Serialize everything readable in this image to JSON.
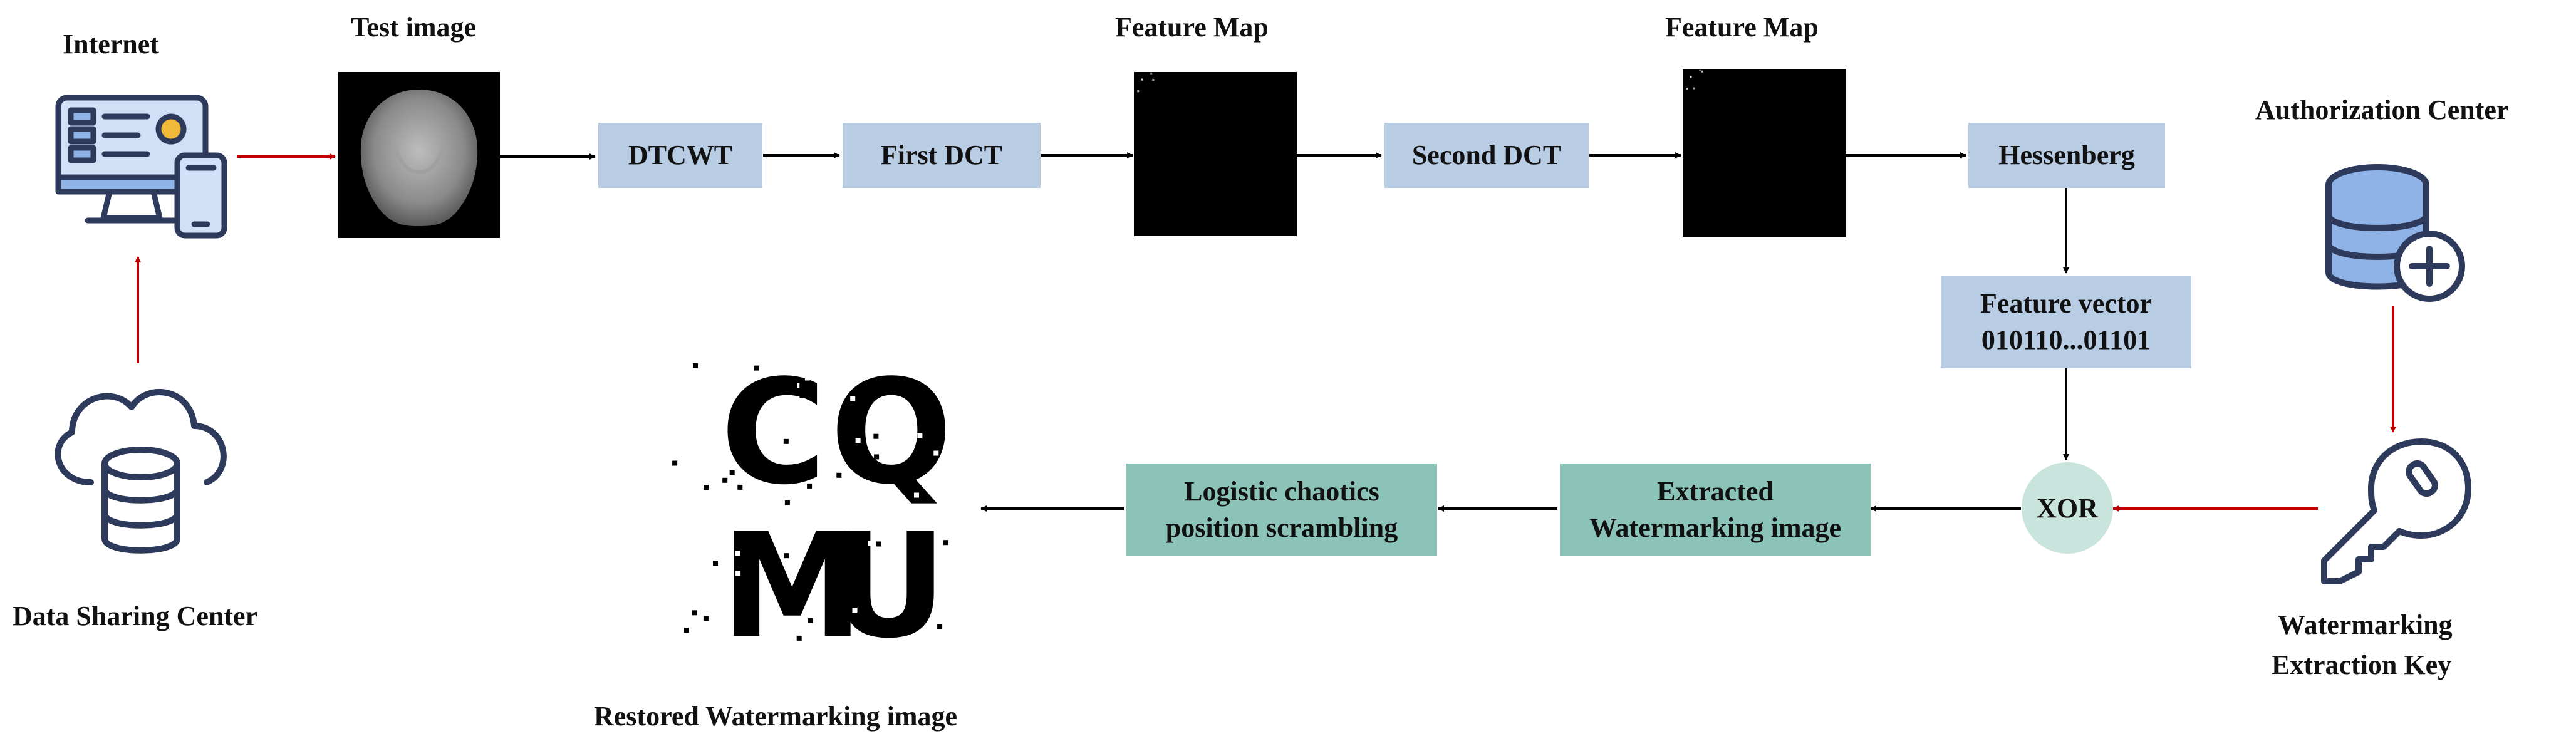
{
  "labels": {
    "internet": "Internet",
    "test_image": "Test image",
    "feature_map_1": "Feature Map",
    "feature_map_2": "Feature Map",
    "authorization_center": "Authorization Center",
    "data_sharing_center": "Data Sharing Center",
    "watermarking_key_line1": "Watermarking",
    "watermarking_key_line2": "Extraction Key",
    "restored_watermarking_image": "Restored Watermarking image"
  },
  "boxes": {
    "dtcwt": "DTCWT",
    "first_dct": "First DCT",
    "second_dct": "Second DCT",
    "hessenberg": "Hessenberg",
    "feature_vector_line1": "Feature vector",
    "feature_vector_line2": "010110...01101",
    "xor": "XOR",
    "extracted_line1": "Extracted",
    "extracted_line2": "Watermarking image",
    "logistic_line1": "Logistic chaotics",
    "logistic_line2": "position scrambling"
  },
  "watermark_letters": [
    "C",
    "Q",
    "M",
    "U"
  ],
  "colors": {
    "blue_box": "#b8cce4",
    "teal_box": "#8cc3b8",
    "xor_circle": "#c9e4dc",
    "red_arrow": "#c00000",
    "black_arrow": "#000000",
    "icon_navy": "#2d3a5c",
    "icon_blue": "#8fb3e6"
  }
}
